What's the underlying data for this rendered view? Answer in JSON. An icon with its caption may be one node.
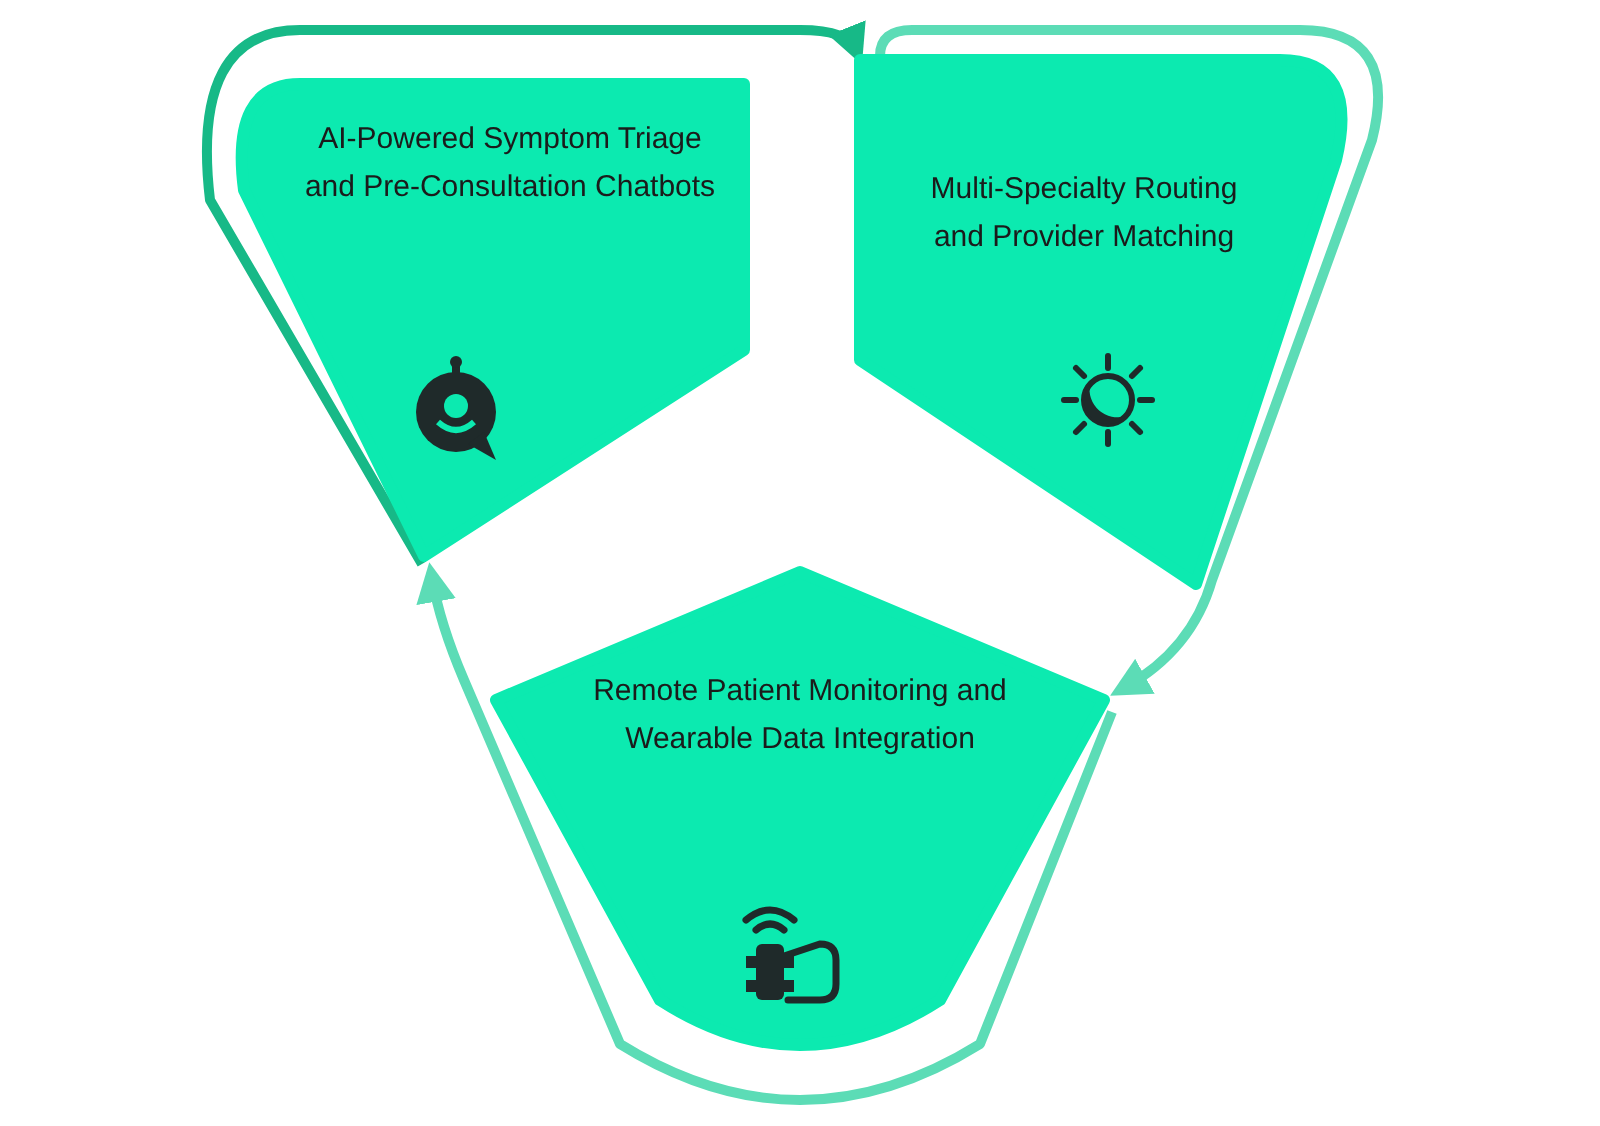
{
  "diagram": {
    "nodes": [
      {
        "text": [
          "AI-Powered Symptom Triage and Pre-Consultation Chatbots"
        ]
      },
      {
        "text": [
          "Multi-Specialty Routing and Provider Matching"
        ]
      },
      {
        "text": [
          "Remote Patient Monitoring and Wearable Data Integration"
        ]
      }
    ],
    "edges": [
      {
        "from": 0,
        "to": 1,
        "arrow": "to",
        "color": "#17b987"
      },
      {
        "from": 1,
        "to": 2,
        "arrow": "to"
      },
      {
        "from": 2,
        "to": 0,
        "arrow": "to"
      }
    ]
  }
}
